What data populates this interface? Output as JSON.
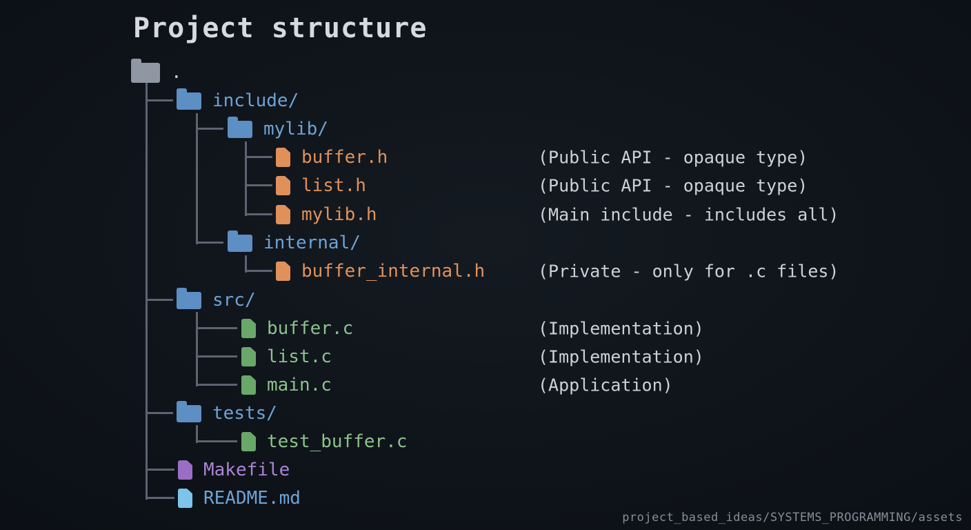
{
  "title": "Project structure",
  "root_label": ".",
  "items": [
    {
      "label": "include/",
      "type": "folder",
      "annotation": ""
    },
    {
      "label": "mylib/",
      "type": "folder",
      "annotation": ""
    },
    {
      "label": "buffer.h",
      "type": "header-file",
      "annotation": "(Public API - opaque type)"
    },
    {
      "label": "list.h",
      "type": "header-file",
      "annotation": "(Public API - opaque type)"
    },
    {
      "label": "mylib.h",
      "type": "header-file",
      "annotation": "(Main include - includes all)"
    },
    {
      "label": "internal/",
      "type": "folder",
      "annotation": ""
    },
    {
      "label": "buffer_internal.h",
      "type": "header-file",
      "annotation": "(Private - only for .c files)"
    },
    {
      "label": "src/",
      "type": "folder",
      "annotation": ""
    },
    {
      "label": "buffer.c",
      "type": "source-file",
      "annotation": "(Implementation)"
    },
    {
      "label": "list.c",
      "type": "source-file",
      "annotation": "(Implementation)"
    },
    {
      "label": "main.c",
      "type": "source-file",
      "annotation": "(Application)"
    },
    {
      "label": "tests/",
      "type": "folder",
      "annotation": ""
    },
    {
      "label": "test_buffer.c",
      "type": "source-file",
      "annotation": ""
    },
    {
      "label": "Makefile",
      "type": "makefile",
      "annotation": ""
    },
    {
      "label": "README.md",
      "type": "readme",
      "annotation": ""
    }
  ],
  "watermark": "project_based_ideas/SYSTEMS_PROGRAMMING/assets",
  "colors": {
    "title_text": "#d6dade",
    "annotation_text": "#cdd1d7",
    "watermark_text": "#878d97",
    "line": "#5c6472",
    "root_folder_icon": "#8f97a3",
    "folder_icon": "#5d8ec4",
    "folder_text": "#6ea3d5",
    "h_icon": "#e0915a",
    "h_text": "#e0915a",
    "c_icon": "#6aa86a",
    "c_text": "#8cc28c",
    "make_icon": "#9b6ec5",
    "make_text": "#ab84d4",
    "readme_icon": "#7cc4ea"
  }
}
